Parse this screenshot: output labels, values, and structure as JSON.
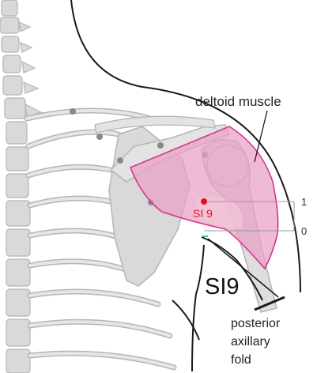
{
  "labels": {
    "muscle": "deltoid muscle",
    "point_small": "SI 9",
    "point_large": "SI9",
    "fold_line1": "posterior",
    "fold_line2": "axillary",
    "fold_line3": "fold",
    "scale_top": "1",
    "scale_bottom": "0"
  },
  "colors": {
    "deltoid_fill": "#e9a0c4",
    "deltoid_stroke": "#d6338a",
    "bone_fill": "#d9d9d9",
    "bone_stroke": "#b5b5b5",
    "outline": "#1a1a1a",
    "point": "#e0141e",
    "point_label": "#e0141e",
    "guide": "#999999",
    "fold_marker": "#3bbf9a"
  }
}
